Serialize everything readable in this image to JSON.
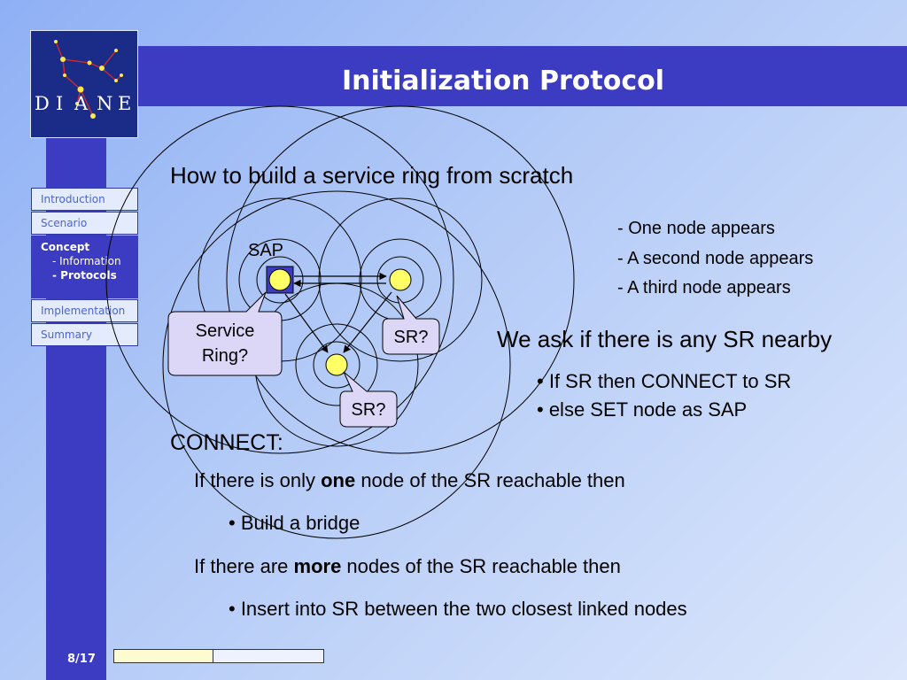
{
  "header": {
    "title": "Initialization Protocol"
  },
  "logo": {
    "letters": [
      "D",
      "I",
      "A",
      "N",
      "E"
    ]
  },
  "nav": {
    "items": [
      {
        "label": "Introduction"
      },
      {
        "label": "Scenario"
      },
      {
        "label": "Concept",
        "subitems": [
          {
            "label": "- Information"
          },
          {
            "label": "- Protocols"
          }
        ]
      },
      {
        "label": "Implementation"
      },
      {
        "label": "Summary"
      }
    ]
  },
  "content": {
    "subtitle": "How to build a service ring from scratch",
    "steps": [
      "- One node appears",
      "- A second node appears",
      "- A third node appears"
    ],
    "question": "We ask if there is any SR nearby",
    "bullets": [
      "• If SR then CONNECT to SR",
      "• else SET node as SAP"
    ],
    "connect": {
      "heading": "CONNECT:",
      "line1_pre": "If there is only ",
      "line1_bold": "one",
      "line1_post": " node of the SR reachable then",
      "bullet1": "• Build a bridge",
      "line2_pre": "If there are ",
      "line2_bold": "more",
      "line2_post": " nodes of the SR reachable then",
      "bullet2": "• Insert into SR between the two closest linked nodes"
    }
  },
  "diagram": {
    "sap_label": "SAP",
    "callout_service_ring": [
      "Service",
      "Ring?"
    ],
    "callout_sr_1": "SR?",
    "callout_sr_2": "SR?",
    "node_color": "#ffff66",
    "callout_fill": "#dcd6f7"
  },
  "footer": {
    "page": "8/17",
    "progress": 0.47
  }
}
